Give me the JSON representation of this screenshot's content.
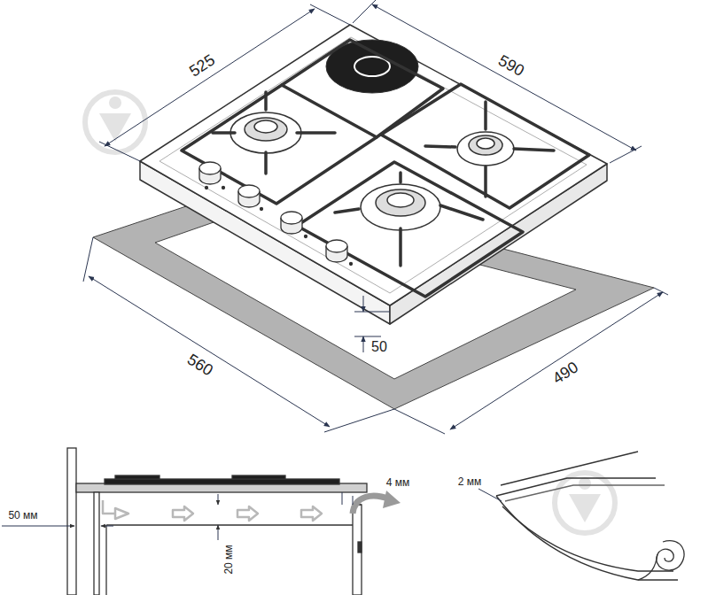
{
  "diagram": {
    "labels": [
      "525",
      "590",
      "560",
      "490",
      "50",
      "50 мм",
      "4 мм",
      "20 мм",
      "2 мм"
    ]
  }
}
